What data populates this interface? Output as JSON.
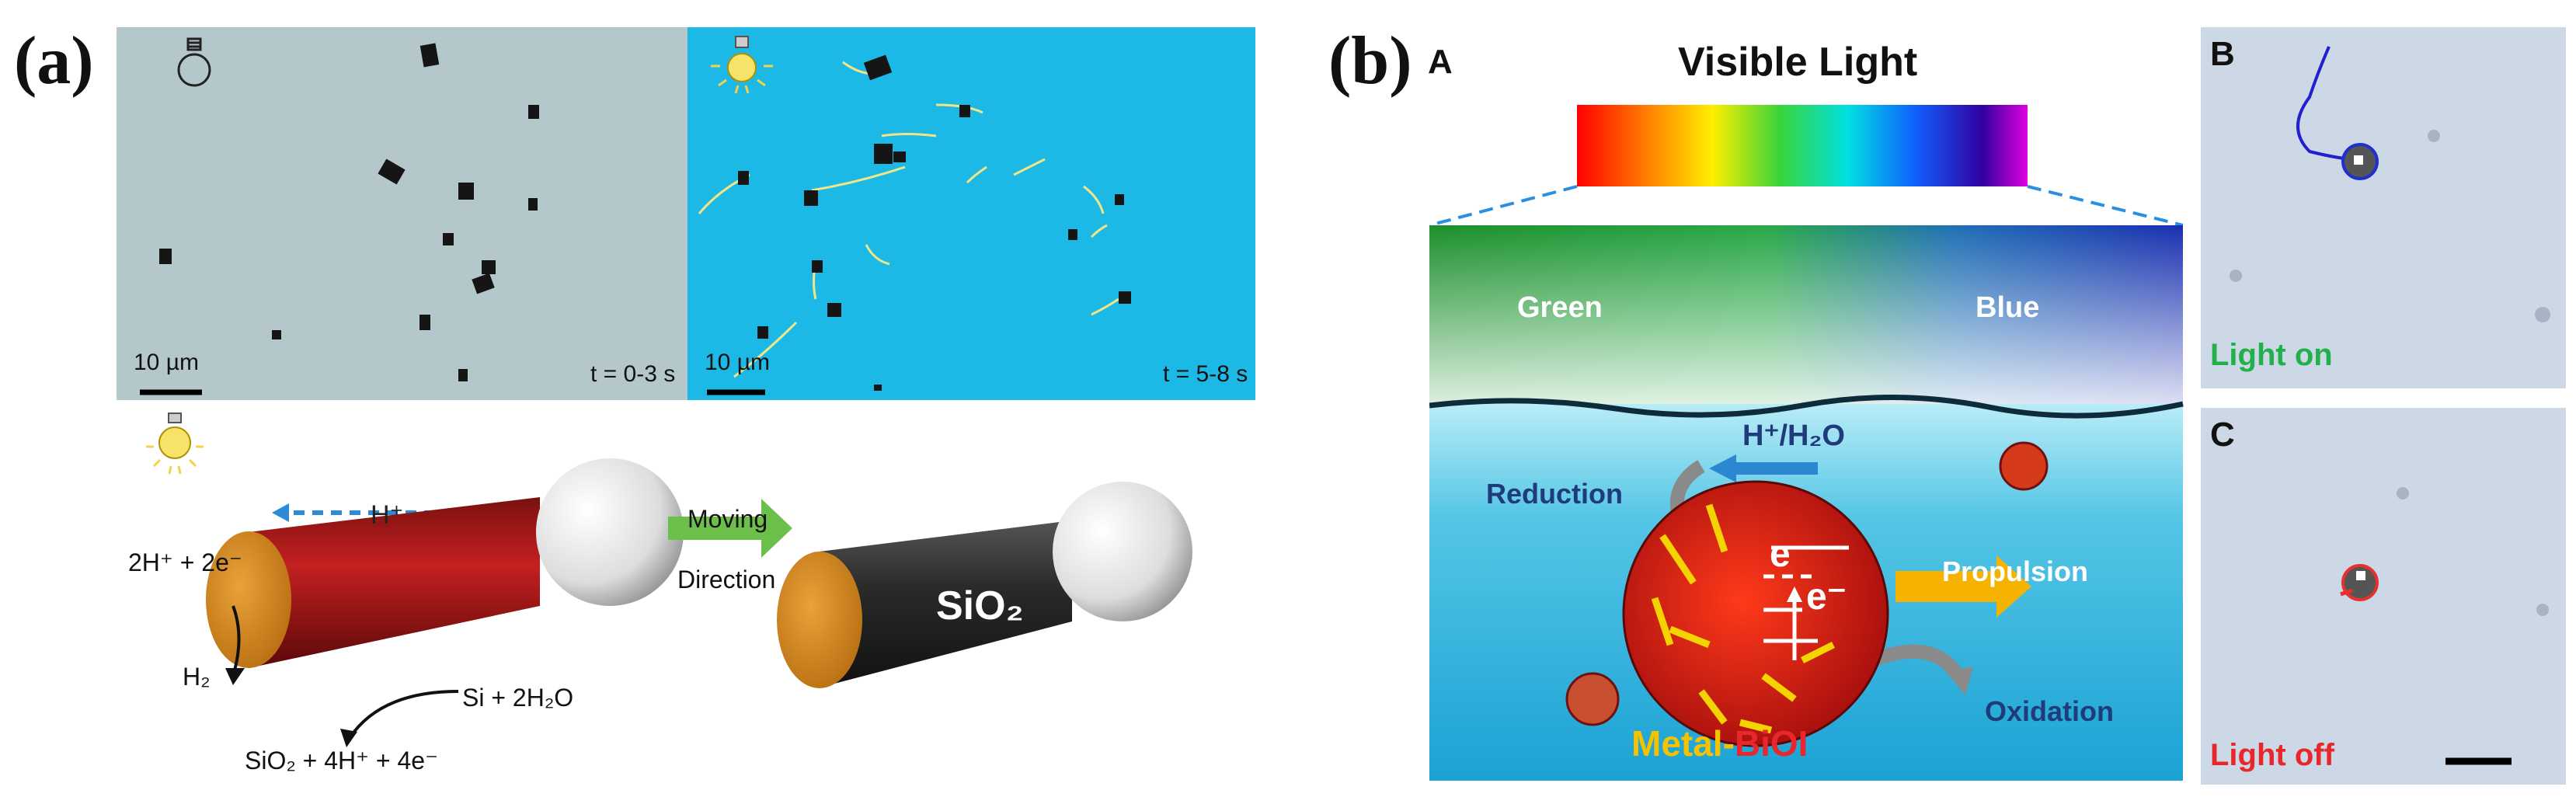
{
  "panel_a": {
    "label": "(a)",
    "left_image": {
      "scale_bar": "10 µm",
      "time": "t = 0-3 s"
    },
    "right_image": {
      "scale_bar": "10 µm",
      "time": "t = 5-8 s"
    },
    "schematic": {
      "h_plus": "H⁺",
      "reaction_cathode": "2H⁺ + 2e⁻",
      "h2": "H₂",
      "si_reaction": "Si + 2H₂O",
      "sio2_reaction": "SiO₂ + 4H⁺ + 4e⁻",
      "moving": "Moving",
      "direction": "Direction",
      "sio2_label": "SiO₂"
    }
  },
  "panel_b": {
    "label": "(b)",
    "sub_a": "A",
    "title": "Visible Light",
    "green": "Green",
    "blue": "Blue",
    "h_h2o": "H⁺/H₂O",
    "reduction": "Reduction",
    "propulsion": "Propulsion",
    "oxidation": "Oxidation",
    "e1": "e⁻",
    "e2": "e⁻",
    "metal": "Metal-",
    "bioi": "BiOI",
    "sub_b": "B",
    "light_on": "Light on",
    "sub_c": "C",
    "light_off": "Light off"
  },
  "colors": {
    "green_text": "#22b04a",
    "red_text": "#e8262b",
    "arrow_green": "#6cc04a",
    "arrow_yellow": "#f5b300"
  }
}
